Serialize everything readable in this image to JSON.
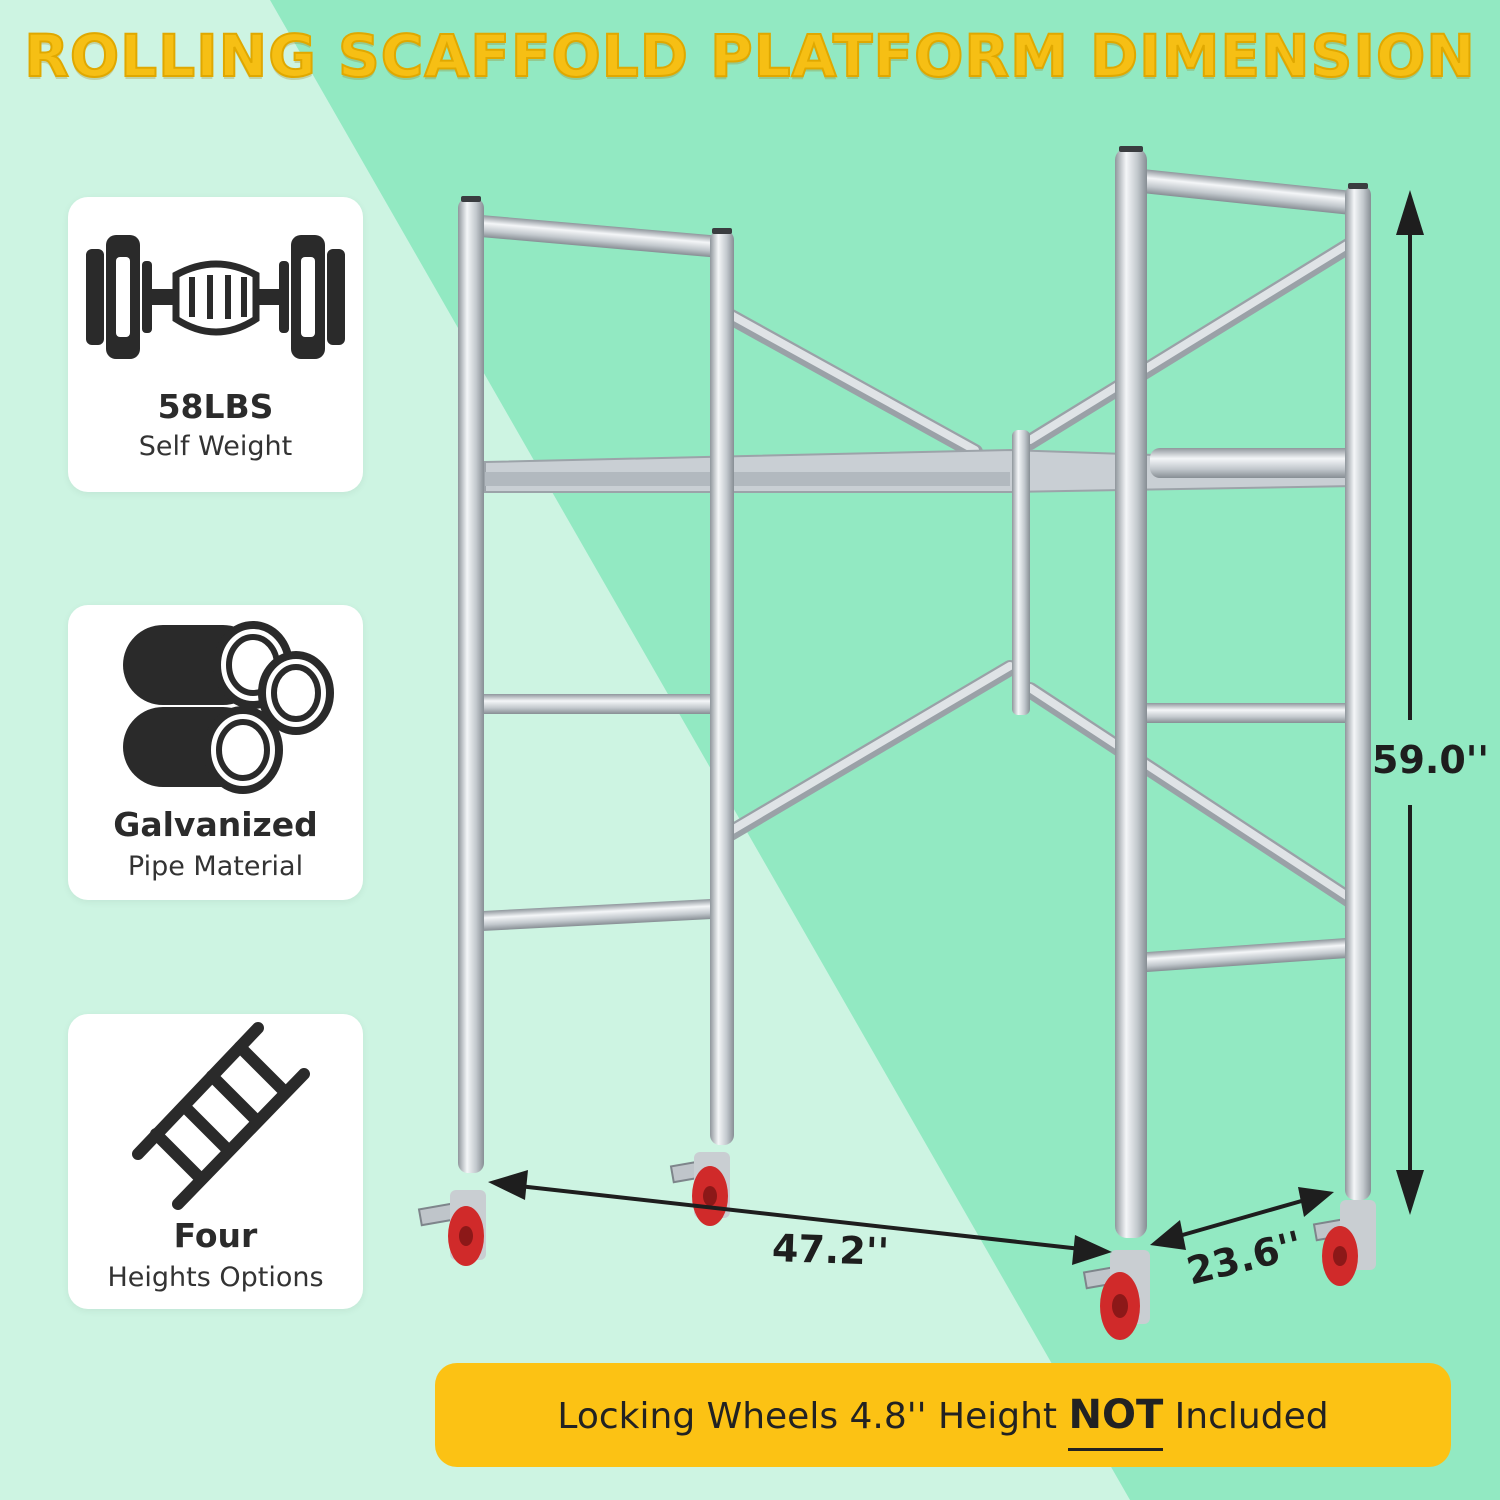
{
  "title": "ROLLING SCAFFOLD PLATFORM DIMENSION",
  "features": [
    {
      "icon": "dumbbell-icon",
      "headline": "58LBS",
      "subtext": "Self Weight"
    },
    {
      "icon": "pipes-icon",
      "headline": "Galvanized",
      "subtext": "Pipe Material"
    },
    {
      "icon": "ladder-icon",
      "headline": "Four",
      "subtext": "Heights Options"
    }
  ],
  "dimensions": {
    "length": "47.2''",
    "width": "23.6''",
    "height": "59.0''"
  },
  "banner": {
    "text_before": "Locking Wheels 4.8'' Height ",
    "emphasis": "NOT",
    "text_after": " Included"
  },
  "colors": {
    "title": "#f6bf14",
    "banner": "#fcc214",
    "bg_light": "#d4f6e6",
    "bg_green": "#92e9c2",
    "wheel": "#d02a2a"
  }
}
